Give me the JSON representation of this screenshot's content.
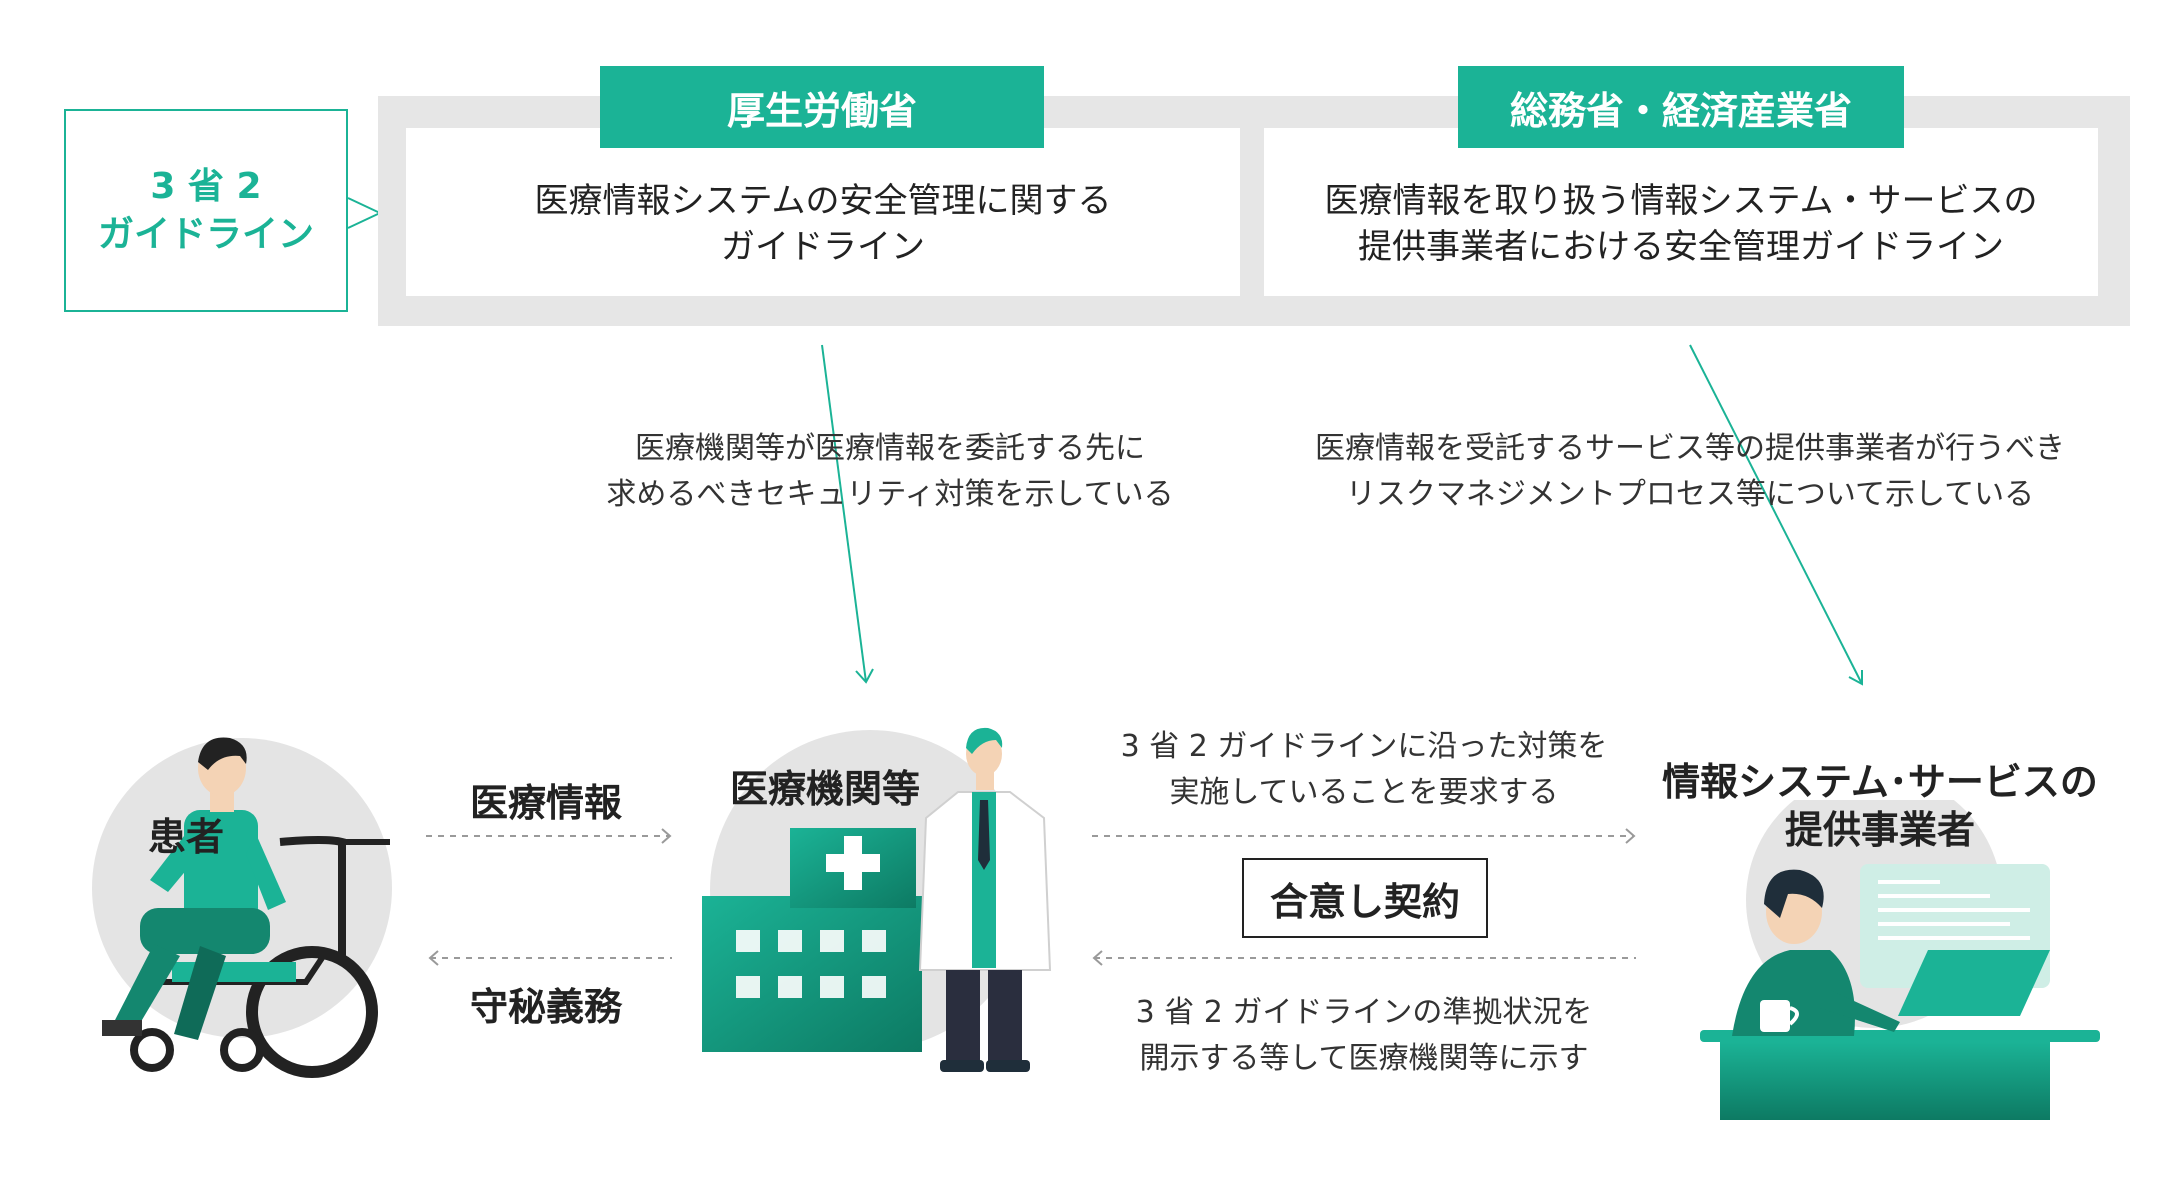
{
  "guideline_label": {
    "line1": "3 省 2",
    "line2": "ガイドライン"
  },
  "ministries": [
    {
      "name": "厚生労働省",
      "guideline_line1": "医療情報システムの安全管理に関する",
      "guideline_line2": "ガイドライン"
    },
    {
      "name": "総務省・経済産業省",
      "guideline_line1": "医療情報を取り扱う情報システム・サービスの",
      "guideline_line2": "提供事業者における安全管理ガイドライン"
    }
  ],
  "descriptions": {
    "left_line1": "医療機関等が医療情報を委託する先に",
    "left_line2": "求めるべきセキュリティ対策を示している",
    "right_line1": "医療情報を受託するサービス等の提供事業者が行うべき",
    "right_line2": "リスクマネジメントプロセス等について示している"
  },
  "actors": {
    "patient": "患者",
    "medical": "医療機関等",
    "vendor_line1": "情報システム･サービスの",
    "vendor_line2": "提供事業者"
  },
  "flows": {
    "medical_info": "医療情報",
    "confidentiality": "守秘義務",
    "request_line1": "3 省 2 ガイドラインに沿った対策を",
    "request_line2": "実施していることを要求する",
    "agreement": "合意し契約",
    "disclose_line1": "3 省 2 ガイドラインの準拠状況を",
    "disclose_line2": "開示する等して医療機関等に示す"
  },
  "colors": {
    "accent": "#1bb396",
    "band": "#e6e6e6",
    "circle": "#e4e4e4",
    "dark": "#222222"
  }
}
